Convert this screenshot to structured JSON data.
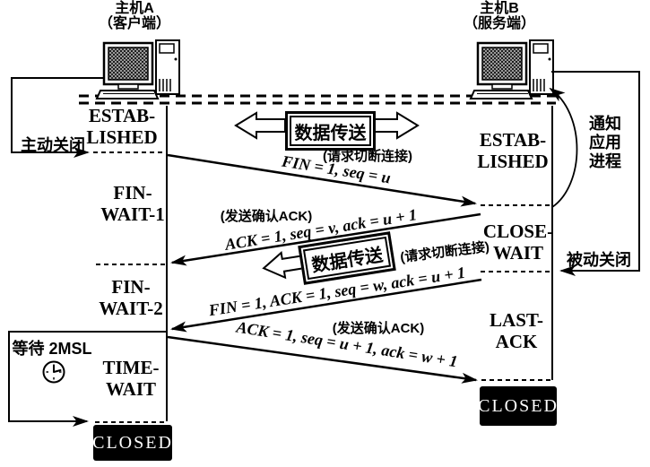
{
  "hosts": {
    "a": {
      "name": "主机A",
      "role": "（客户端）"
    },
    "b": {
      "name": "主机B",
      "role": "（服务端）"
    }
  },
  "states": {
    "a_established": [
      "ESTAB-",
      "LISHED"
    ],
    "a_fin_wait_1": [
      "FIN-",
      "WAIT-1"
    ],
    "a_fin_wait_2": [
      "FIN-",
      "WAIT-2"
    ],
    "a_time_wait": [
      "TIME-",
      "WAIT"
    ],
    "a_closed": "CLOSED",
    "b_established": [
      "ESTAB-",
      "LISHED"
    ],
    "b_close_wait": [
      "CLOSE-",
      "WAIT"
    ],
    "b_last_ack": [
      "LAST-",
      "ACK"
    ],
    "b_closed": "CLOSED"
  },
  "segments": {
    "fin1": "FIN = 1, seq = u",
    "ack1": "ACK = 1, seq = v, ack = u + 1",
    "fin2": "FIN = 1, ACK = 1, seq = w, ack = u + 1",
    "ack2": "ACK = 1, seq = u + 1, ack = w + 1"
  },
  "annotations": {
    "active_close": "主动关闭",
    "passive_close": "被动关闭",
    "wait_2msl": "等待 2MSL",
    "notify_app": [
      "通知",
      "应用",
      "进程"
    ],
    "request_disconnect": "(请求切断连接)",
    "send_ack": "(发送确认ACK)",
    "data_transfer": "数据传送"
  },
  "colors": {
    "background": "#ffffff",
    "ink": "#000000",
    "closed_bg": "#000000",
    "closed_text": "#ffffff"
  }
}
